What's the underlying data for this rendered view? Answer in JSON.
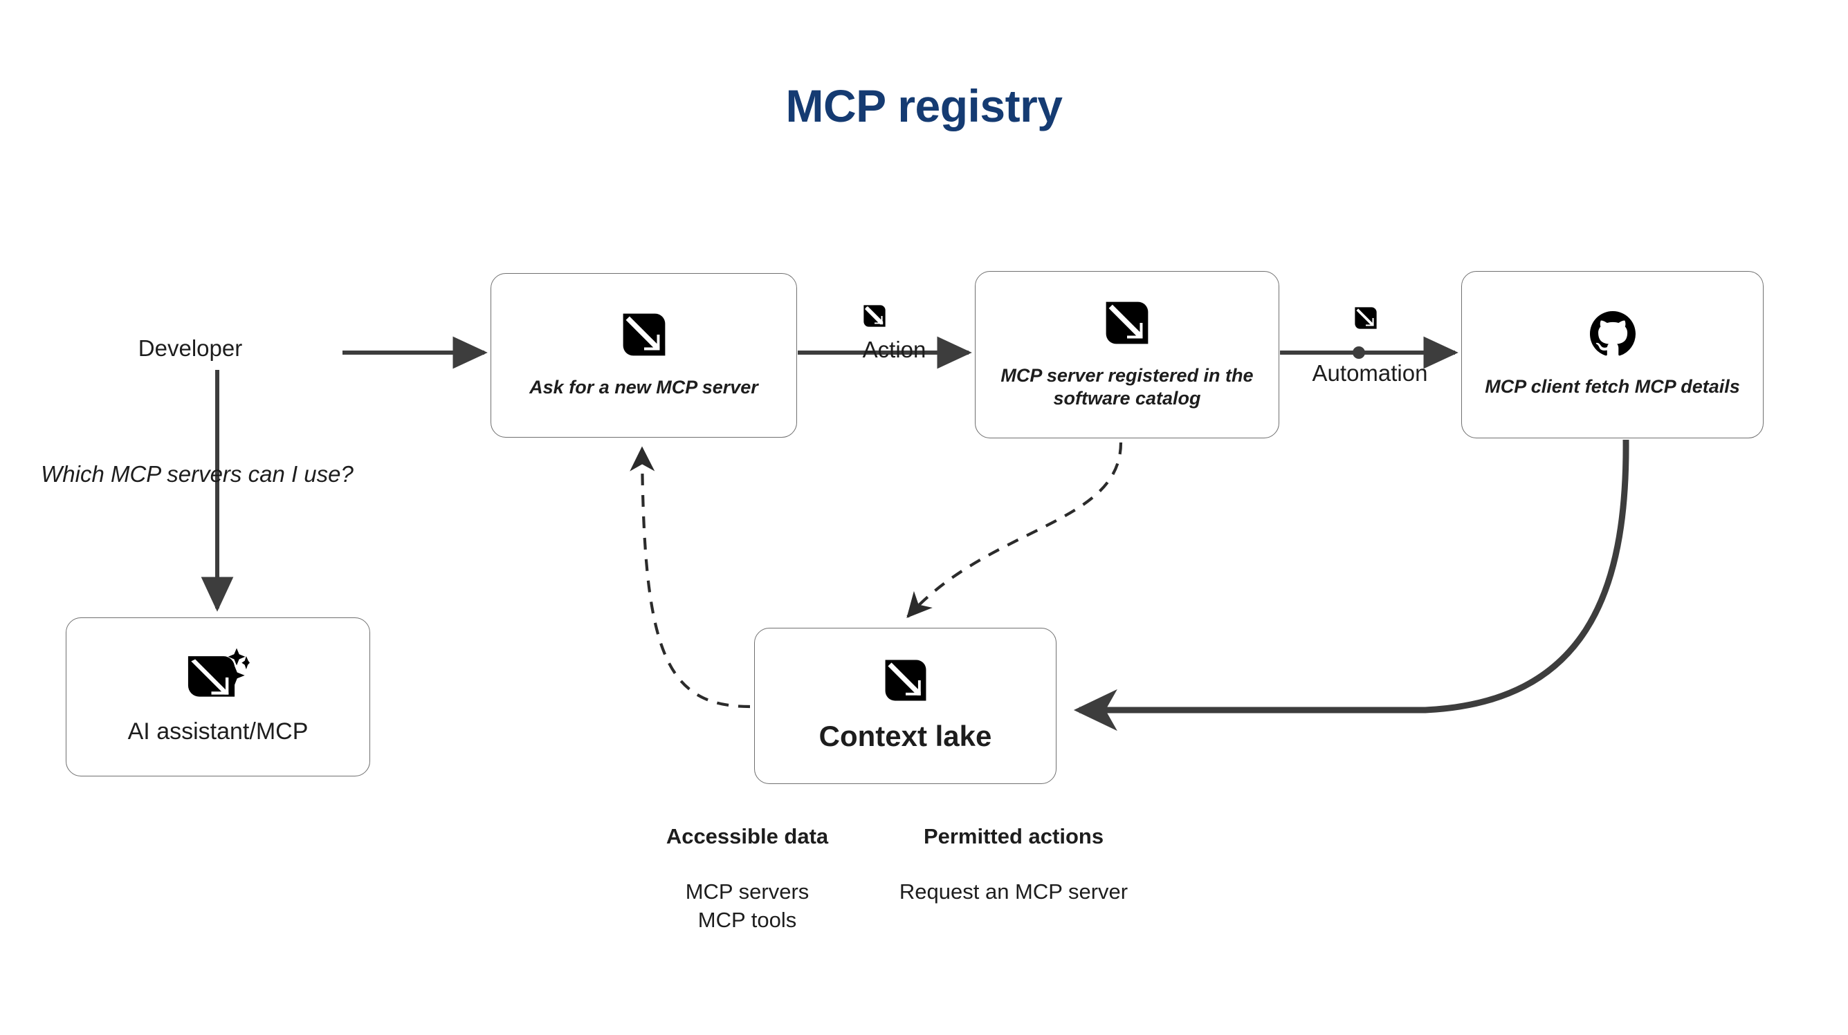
{
  "title": "MCP registry",
  "theme": {
    "title_color": "#153B72",
    "text_color": "#1d1d1d",
    "node_border_color": "#6f6f6f",
    "node_fill": "#ffffff",
    "edge_color": "#3d3d3d",
    "canvas_background": "#ffffff"
  },
  "actors": {
    "developer": {
      "label": "Developer",
      "question": "Which MCP servers can I use?"
    }
  },
  "nodes": [
    {
      "id": "ask",
      "label": "Ask for a new MCP server",
      "icon": "mcp-logo-icon",
      "label_style": "bold-italic"
    },
    {
      "id": "registered",
      "label": "MCP server registered in the software catalog",
      "icon": "mcp-logo-icon",
      "label_style": "bold-italic"
    },
    {
      "id": "client",
      "label": "MCP client fetch MCP details",
      "icon": "github-icon",
      "label_style": "bold-italic"
    },
    {
      "id": "ai-assistant",
      "label": "AI assistant/MCP",
      "icon": "mcp-sparkle-icon",
      "label_style": "plain"
    },
    {
      "id": "context-lake",
      "label": "Context lake",
      "icon": "mcp-logo-icon",
      "label_style": "bold"
    }
  ],
  "edges": [
    {
      "id": "developer-to-ask",
      "from": "developer",
      "to": "ask",
      "label": "",
      "style": "solid"
    },
    {
      "id": "developer-to-ai-assistant",
      "from": "developer",
      "to": "ai-assistant",
      "label": "",
      "style": "solid"
    },
    {
      "id": "ask-to-registered",
      "from": "ask",
      "to": "registered",
      "label": "Action",
      "icon": "mcp-logo-icon",
      "style": "solid"
    },
    {
      "id": "registered-to-client",
      "from": "registered",
      "to": "client",
      "label": "Automation",
      "icon": "mcp-logo-icon",
      "style": "solid-with-waypoint"
    },
    {
      "id": "client-to-context-lake",
      "from": "client",
      "to": "context-lake",
      "label": "",
      "style": "thick-curve"
    },
    {
      "id": "registered-to-context-lake",
      "from": "registered",
      "to": "context-lake",
      "label": "",
      "style": "dashed-curve"
    },
    {
      "id": "context-lake-to-ask",
      "from": "context-lake",
      "to": "ask",
      "label": "",
      "style": "dashed-curve"
    }
  ],
  "legend": {
    "columns": [
      {
        "id": "accessible-data",
        "title": "Accessible data",
        "items": [
          "MCP servers",
          "MCP tools"
        ]
      },
      {
        "id": "permitted-actions",
        "title": "Permitted actions",
        "items": [
          "Request an MCP server"
        ]
      }
    ]
  }
}
